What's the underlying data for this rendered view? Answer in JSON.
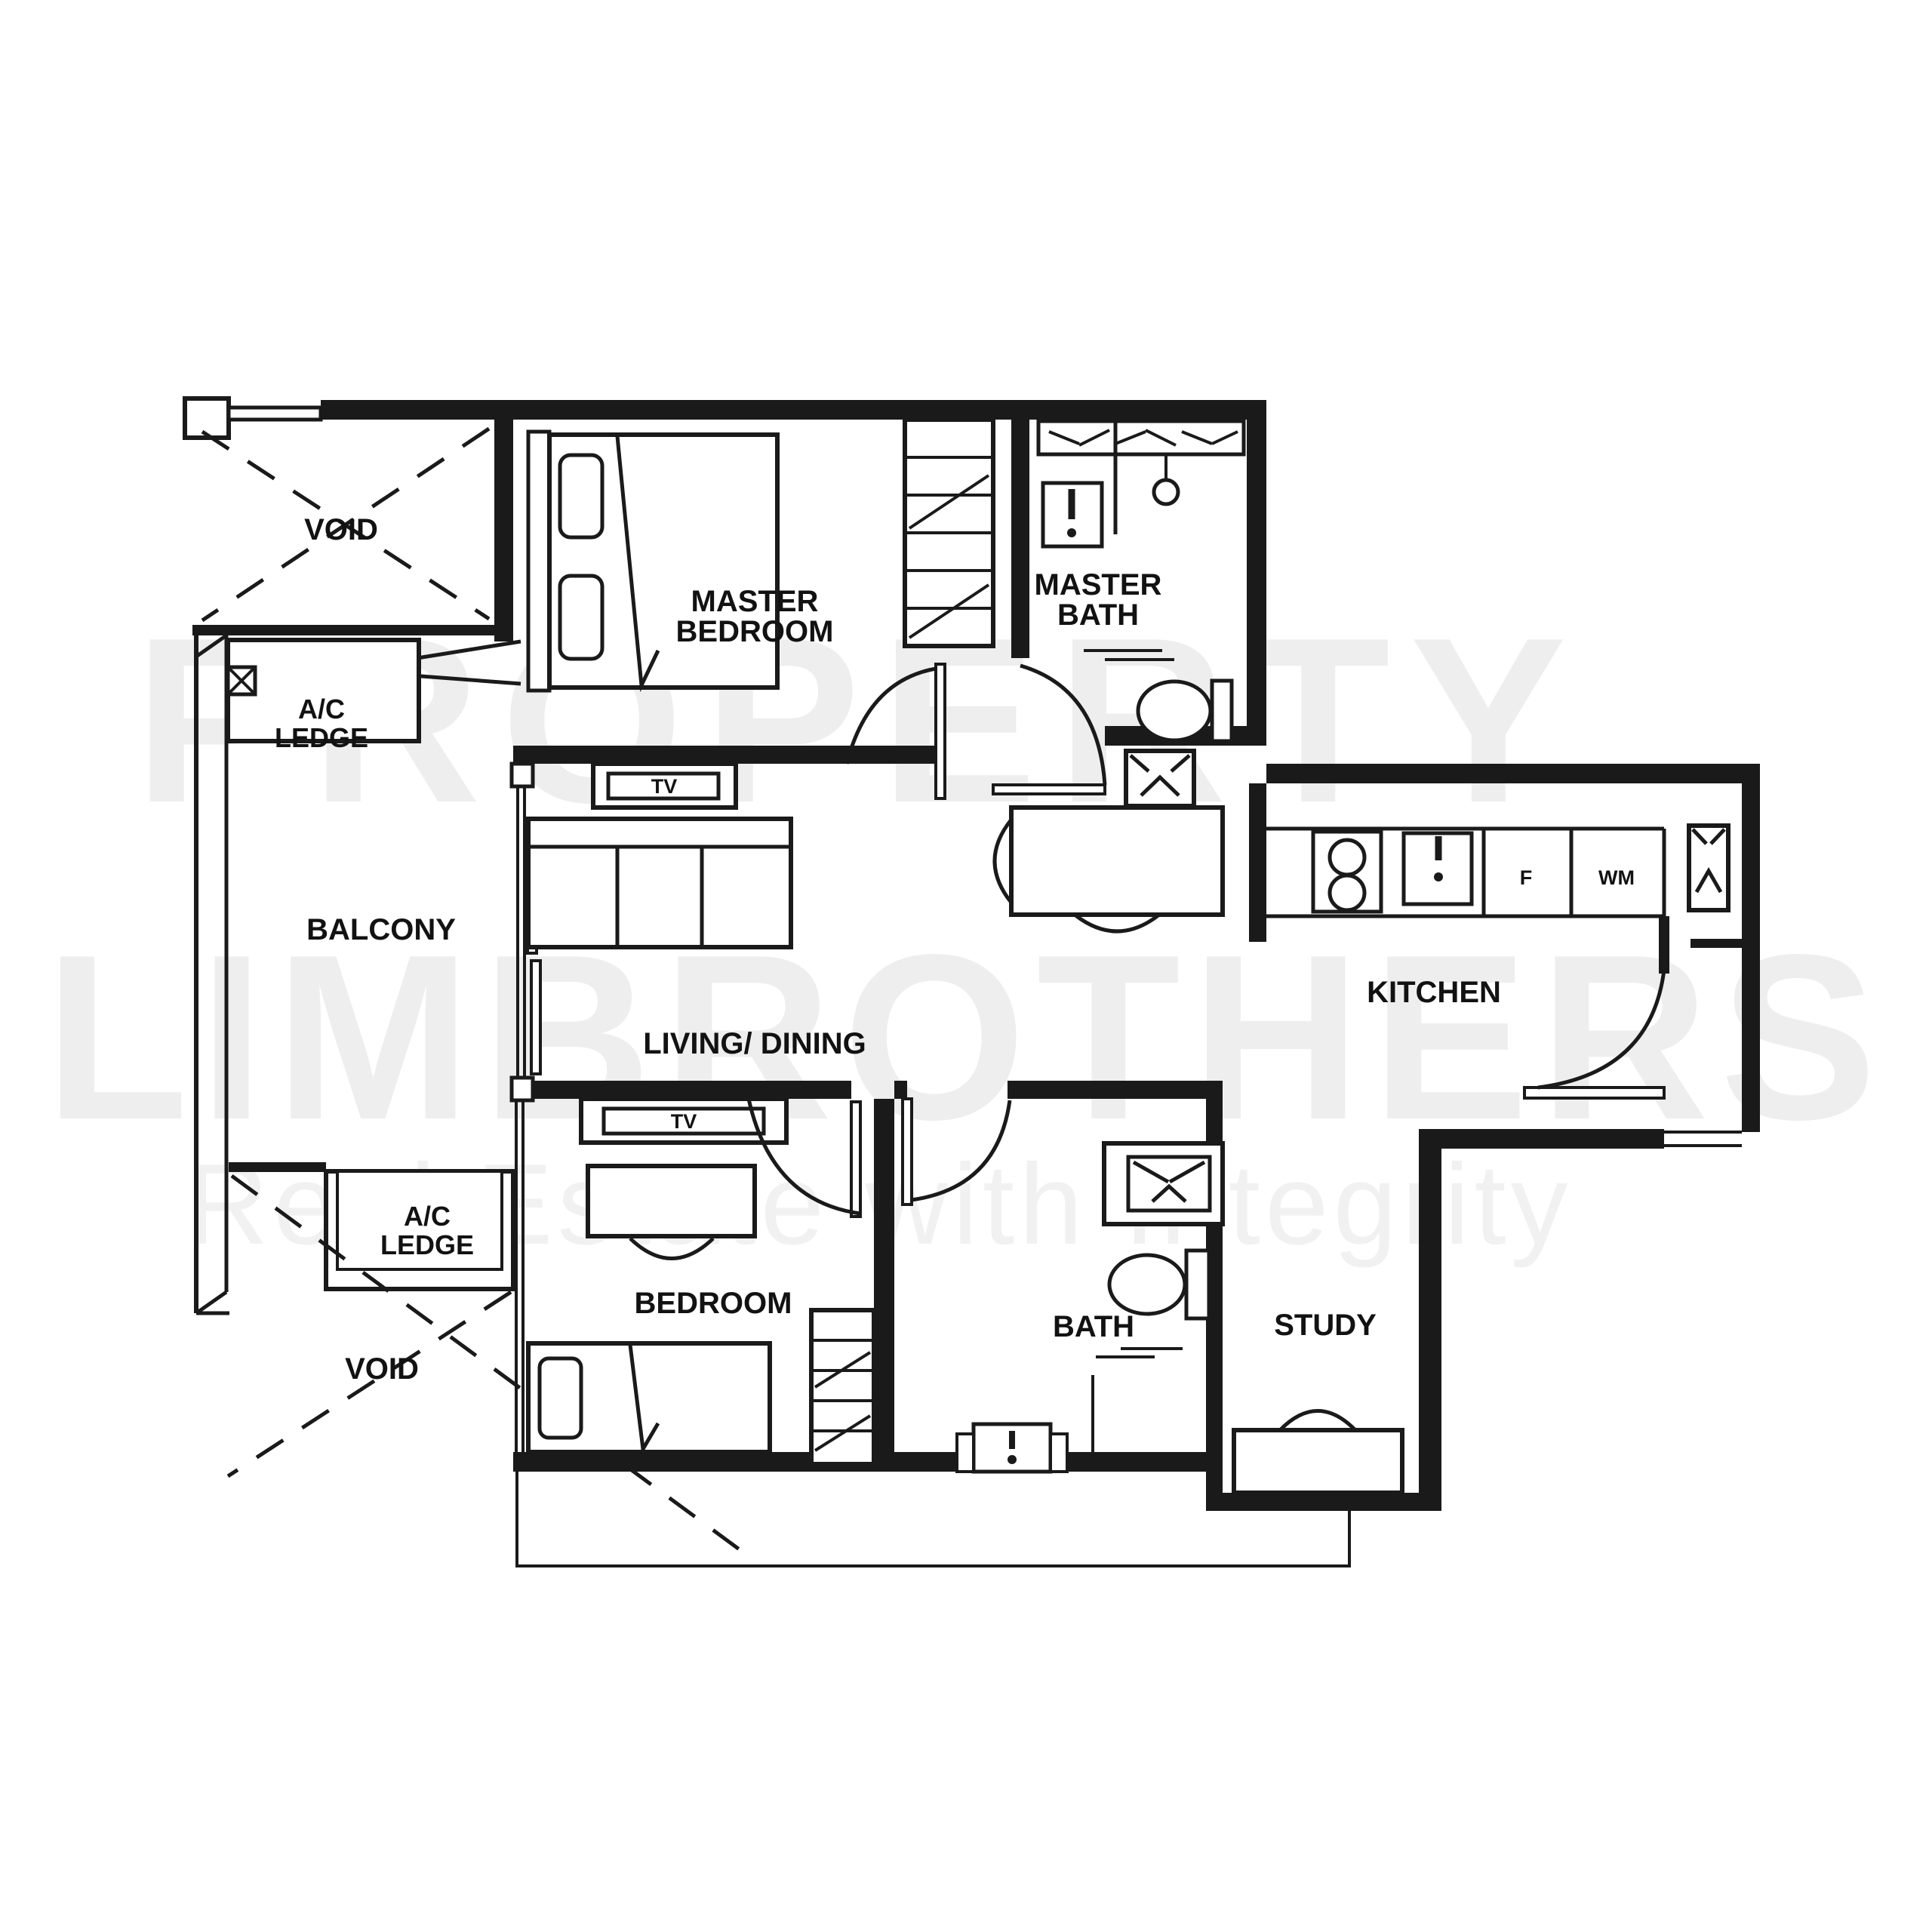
{
  "watermark": {
    "line1": "PROPERTY",
    "line2": "LIMBROTHERS",
    "tagline": "Real Estate with Integrity"
  },
  "colors": {
    "background": "#ffffff",
    "wall": "#1a1a1a",
    "watermark_light": "#eeeeee"
  },
  "rooms": {
    "void_upper": {
      "label": "VOID"
    },
    "master_bedroom": {
      "line1": "MASTER",
      "line2": "BEDROOM"
    },
    "master_bath": {
      "line1": "MASTER",
      "line2": "BATH"
    },
    "ac_ledge_upper": {
      "line1": "A/C",
      "line2": "LEDGE"
    },
    "balcony": {
      "label": "BALCONY"
    },
    "living_dining": {
      "label": "LIVING/ DINING"
    },
    "kitchen": {
      "label": "KITCHEN"
    },
    "ac_ledge_lower": {
      "line1": "A/C",
      "line2": "LEDGE"
    },
    "void_lower": {
      "label": "VOID"
    },
    "bedroom": {
      "label": "BEDROOM"
    },
    "bath": {
      "label": "BATH"
    },
    "study": {
      "label": "STUDY"
    }
  },
  "fixtures": {
    "tv_living": "TV",
    "tv_bedroom": "TV",
    "fridge": "F",
    "washing_machine": "WM"
  }
}
